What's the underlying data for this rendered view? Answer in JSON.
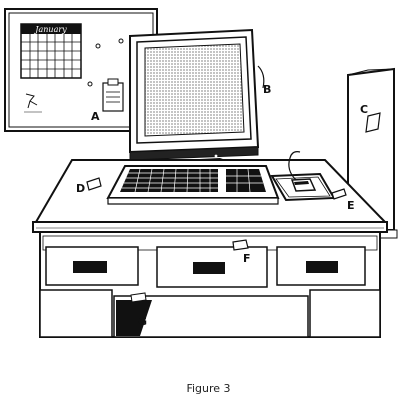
{
  "figure": {
    "caption": "Figure 3",
    "calendar_month": "January"
  },
  "labels": {
    "A": "A",
    "B": "B",
    "C": "C",
    "D": "D",
    "E": "E",
    "F": "F",
    "G": "G"
  }
}
